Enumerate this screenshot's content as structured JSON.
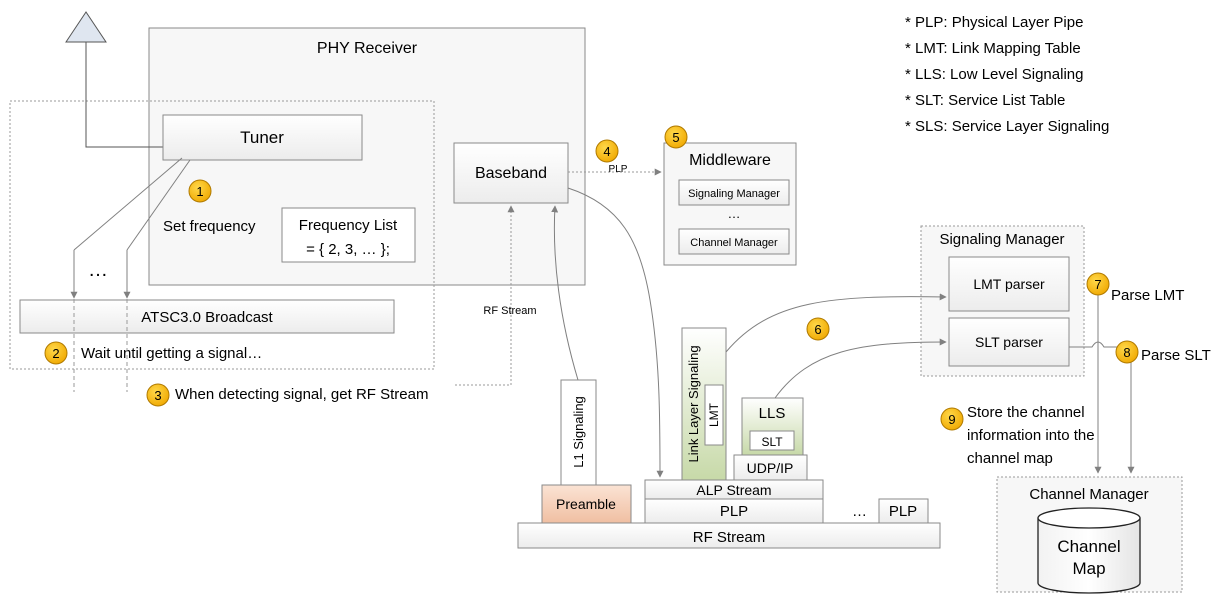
{
  "legend": [
    "* PLP: Physical Layer Pipe",
    "* LMT: Link Mapping Table",
    "* LLS: Low Level Signaling",
    "* SLT: Service List Table",
    "* SLS: Service Layer Signaling"
  ],
  "phy_receiver": {
    "title": "PHY Receiver",
    "tuner": "Tuner",
    "baseband": "Baseband",
    "set_frequency": "Set frequency",
    "frequency_list_line1": "Frequency List",
    "frequency_list_line2": "= { 2, 3, …  };"
  },
  "broadcast": {
    "ellipsis": "…",
    "label": "ATSC3.0 Broadcast",
    "wait_text": "Wait until getting a signal…",
    "detect_text": "When detecting signal, get RF Stream"
  },
  "middleware": {
    "title": "Middleware",
    "signaling_manager": "Signaling Manager",
    "ellipsis": "…",
    "channel_manager": "Channel Manager",
    "plp_link_label": "PLP"
  },
  "signaling_manager_box": {
    "title": "Signaling Manager",
    "lmt_parser": "LMT parser",
    "slt_parser": "SLT parser",
    "parse_lmt": "Parse LMT",
    "parse_slt": "Parse SLT"
  },
  "store_text": {
    "line1": "Store the channel",
    "line2": "information into the",
    "line3": "channel map"
  },
  "channel_manager_box": {
    "title": "Channel Manager",
    "map_line1": "Channel",
    "map_line2": "Map"
  },
  "stack": {
    "rf_stream_label": "RF Stream",
    "rf_stream": "RF Stream",
    "plp": "PLP",
    "plp2": "PLP",
    "ellipsis": "…",
    "preamble": "Preamble",
    "alp_stream": "ALP Stream",
    "l1_signaling": "L1 Signaling",
    "link_layer_signaling": "Link Layer Signaling",
    "lmt": "LMT",
    "udp_ip": "UDP/IP",
    "lls": "LLS",
    "slt": "SLT"
  },
  "steps": [
    "1",
    "2",
    "3",
    "4",
    "5",
    "6",
    "7",
    "8",
    "9"
  ],
  "colors": {
    "step_fill": "#f5b800",
    "step_stroke": "#b07a00",
    "box_stroke": "#8a8a8a",
    "preamble_fill": "#f3c7ad",
    "green_fill": "#c7d9a8"
  }
}
